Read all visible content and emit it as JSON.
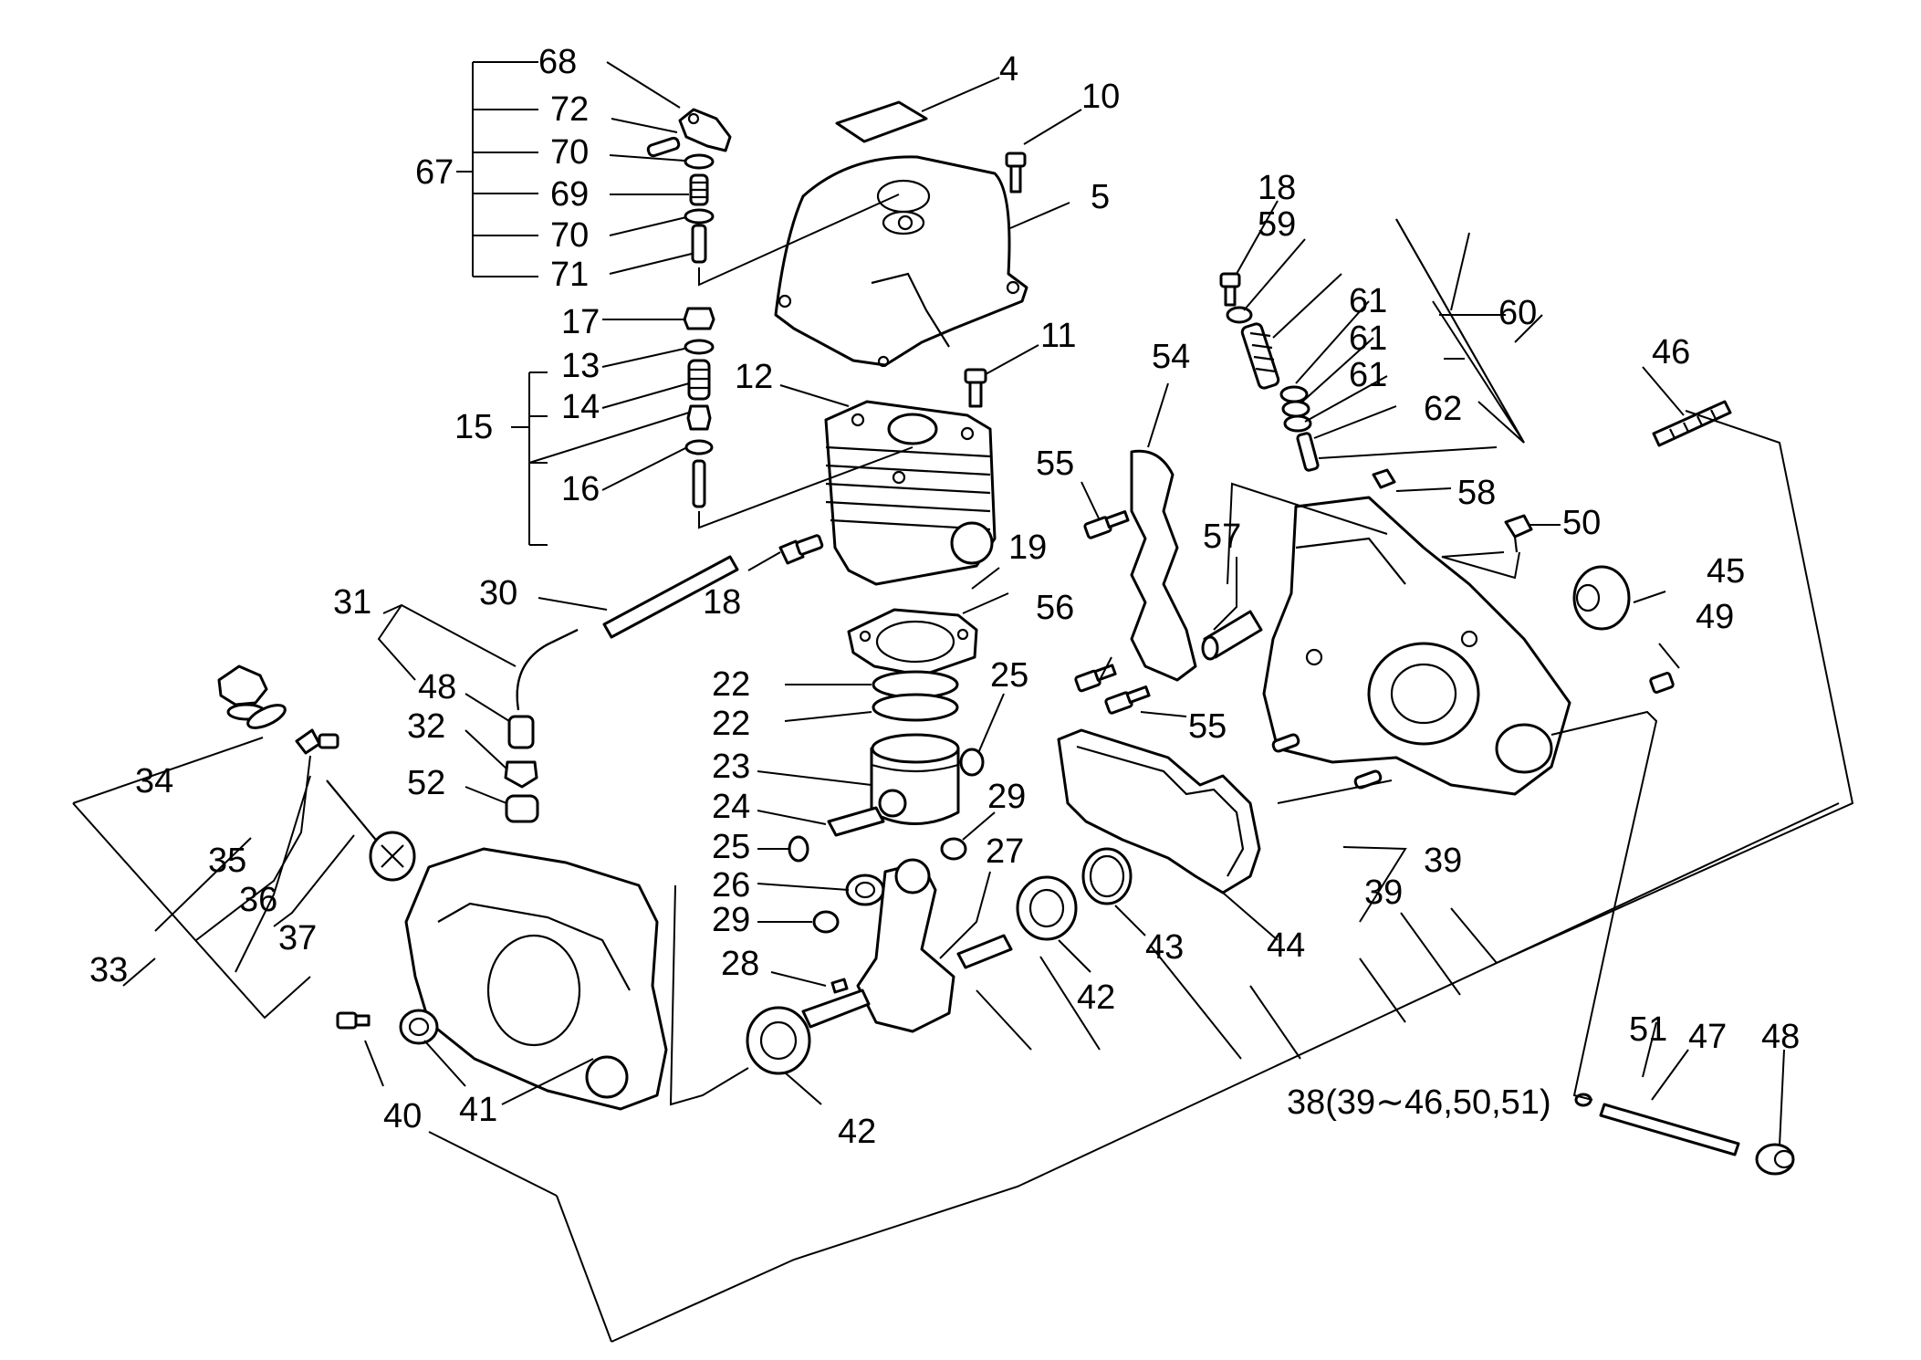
{
  "labels": {
    "p68": "68",
    "p72": "72",
    "p70a": "70",
    "p69": "69",
    "p70b": "70",
    "p71": "71",
    "p67": "67",
    "p4": "4",
    "p10": "10",
    "p5": "5",
    "p17": "17",
    "p13": "13",
    "p15": "15",
    "p14": "14",
    "p16": "16",
    "p12": "12",
    "p11": "11",
    "p18a": "18",
    "p59": "59",
    "p61a": "61",
    "p61b": "61",
    "p61c": "61",
    "p60": "60",
    "p62": "62",
    "p46": "46",
    "p54": "54",
    "p55a": "55",
    "p58": "58",
    "p50": "50",
    "p19": "19",
    "p30": "30",
    "p18b": "18",
    "p31": "31",
    "p57": "57",
    "p45": "45",
    "p49": "49",
    "p56": "56",
    "p48a": "48",
    "p22a": "22",
    "p22b": "22",
    "p25a": "25",
    "p32": "32",
    "p55b": "55",
    "p34": "34",
    "p23": "23",
    "p52": "52",
    "p29a": "29",
    "p24": "24",
    "p39a": "39",
    "p39b": "39",
    "p25b": "25",
    "p27": "27",
    "p35": "35",
    "p26": "26",
    "p36": "36",
    "p29b": "29",
    "p37": "37",
    "p43": "43",
    "p44": "44",
    "p33": "33",
    "p28": "28",
    "p42a": "42",
    "p51": "51",
    "p47": "47",
    "p48b": "48",
    "p40": "40",
    "p41": "41",
    "p38": "38(39∼46,50,51)",
    "p42b": "42"
  }
}
